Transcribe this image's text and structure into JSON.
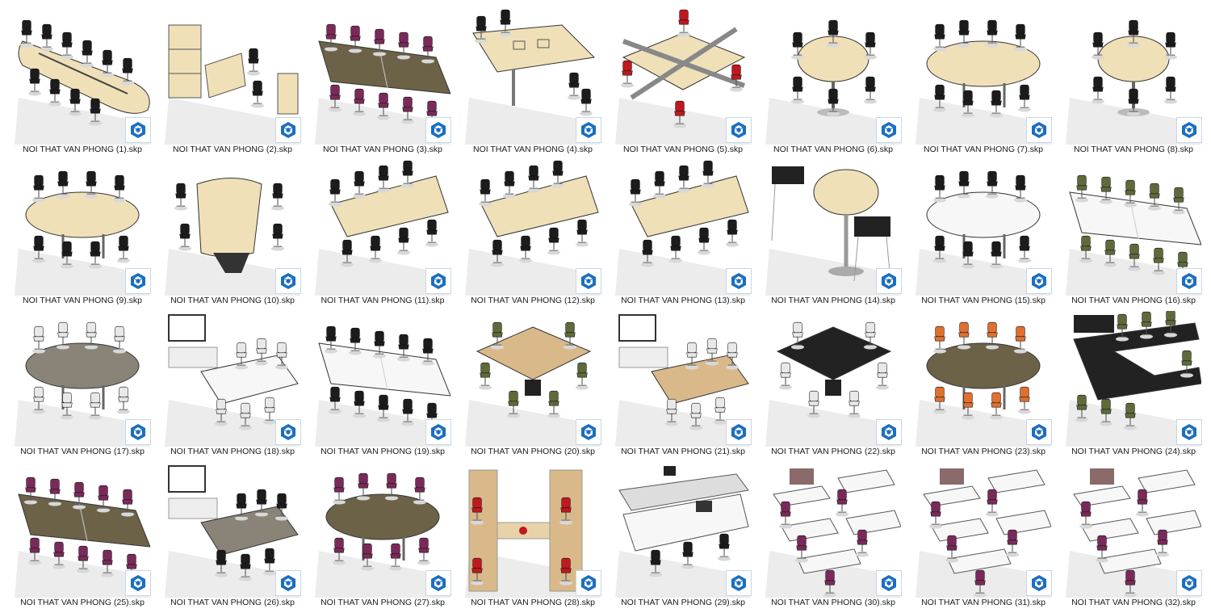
{
  "icon_name": "sketchup-file-icon",
  "colors": {
    "sketchup_blue": "#1a6ec0",
    "badge_border": "#c8d6e6",
    "wood_light": "#efe0b8",
    "wood_dark": "#6b6248",
    "chair_black": "#1c1c1c",
    "chair_purple": "#7a2a5a",
    "chair_red": "#c0181f",
    "chair_orange": "#e07030",
    "chair_olive": "#5f6a3a",
    "shadow": "#d8d8d8"
  },
  "files": [
    {
      "name": "NOI THAT VAN PHONG (1).skp",
      "scene": "long-oval",
      "tone": "light",
      "chair": "black"
    },
    {
      "name": "NOI THAT VAN PHONG (2).skp",
      "scene": "cabinet-desk",
      "tone": "light",
      "chair": "black"
    },
    {
      "name": "NOI THAT VAN PHONG (3).skp",
      "scene": "long-rect",
      "tone": "dark",
      "chair": "purple"
    },
    {
      "name": "NOI THAT VAN PHONG (4).skp",
      "scene": "big-rect",
      "tone": "light",
      "chair": "black"
    },
    {
      "name": "NOI THAT VAN PHONG (5).skp",
      "scene": "workstation-cross",
      "tone": "light",
      "chair": "red"
    },
    {
      "name": "NOI THAT VAN PHONG (6).skp",
      "scene": "round",
      "tone": "light",
      "chair": "black"
    },
    {
      "name": "NOI THAT VAN PHONG (7).skp",
      "scene": "oval",
      "tone": "light",
      "chair": "black"
    },
    {
      "name": "NOI THAT VAN PHONG (8).skp",
      "scene": "round",
      "tone": "light",
      "chair": "black"
    },
    {
      "name": "NOI THAT VAN PHONG (9).skp",
      "scene": "oval",
      "tone": "light",
      "chair": "black"
    },
    {
      "name": "NOI THAT VAN PHONG (10).skp",
      "scene": "barrel",
      "tone": "light",
      "chair": "black"
    },
    {
      "name": "NOI THAT VAN PHONG (11).skp",
      "scene": "trapezoid",
      "tone": "light",
      "chair": "black"
    },
    {
      "name": "NOI THAT VAN PHONG (12).skp",
      "scene": "trapezoid",
      "tone": "light",
      "chair": "black"
    },
    {
      "name": "NOI THAT VAN PHONG (13).skp",
      "scene": "trapezoid",
      "tone": "light",
      "chair": "black"
    },
    {
      "name": "NOI THAT VAN PHONG (14).skp",
      "scene": "bar-round",
      "tone": "light",
      "chair": "black"
    },
    {
      "name": "NOI THAT VAN PHONG (15).skp",
      "scene": "oval",
      "tone": "white",
      "chair": "black"
    },
    {
      "name": "NOI THAT VAN PHONG (16).skp",
      "scene": "long-rect",
      "tone": "white",
      "chair": "olive"
    },
    {
      "name": "NOI THAT VAN PHONG (17).skp",
      "scene": "oval",
      "tone": "grey",
      "chair": "white"
    },
    {
      "name": "NOI THAT VAN PHONG (18).skp",
      "scene": "screen-room",
      "tone": "white",
      "chair": "white"
    },
    {
      "name": "NOI THAT VAN PHONG (19).skp",
      "scene": "long-rect",
      "tone": "white",
      "chair": "black"
    },
    {
      "name": "NOI THAT VAN PHONG (20).skp",
      "scene": "square",
      "tone": "wood",
      "chair": "olive"
    },
    {
      "name": "NOI THAT VAN PHONG (21).skp",
      "scene": "screen-room",
      "tone": "wood",
      "chair": "white"
    },
    {
      "name": "NOI THAT VAN PHONG (22).skp",
      "scene": "square",
      "tone": "black",
      "chair": "white"
    },
    {
      "name": "NOI THAT VAN PHONG (23).skp",
      "scene": "oval",
      "tone": "dark",
      "chair": "orange"
    },
    {
      "name": "NOI THAT VAN PHONG (24).skp",
      "scene": "u-shape",
      "tone": "black",
      "chair": "olive"
    },
    {
      "name": "NOI THAT VAN PHONG (25).skp",
      "scene": "long-rect",
      "tone": "dark",
      "chair": "purple"
    },
    {
      "name": "NOI THAT VAN PHONG (26).skp",
      "scene": "screen-room",
      "tone": "grey",
      "chair": "black"
    },
    {
      "name": "NOI THAT VAN PHONG (27).skp",
      "scene": "oval",
      "tone": "dark",
      "chair": "purple"
    },
    {
      "name": "NOI THAT VAN PHONG (28).skp",
      "scene": "booths",
      "tone": "wood",
      "chair": "red"
    },
    {
      "name": "NOI THAT VAN PHONG (29).skp",
      "scene": "desks",
      "tone": "white",
      "chair": "black"
    },
    {
      "name": "NOI THAT VAN PHONG (30).skp",
      "scene": "office-layout",
      "tone": "white",
      "chair": "purple"
    },
    {
      "name": "NOI THAT VAN PHONG (31).skp",
      "scene": "office-layout",
      "tone": "white",
      "chair": "purple"
    },
    {
      "name": "NOI THAT VAN PHONG (32).skp",
      "scene": "office-layout",
      "tone": "white",
      "chair": "purple"
    }
  ]
}
